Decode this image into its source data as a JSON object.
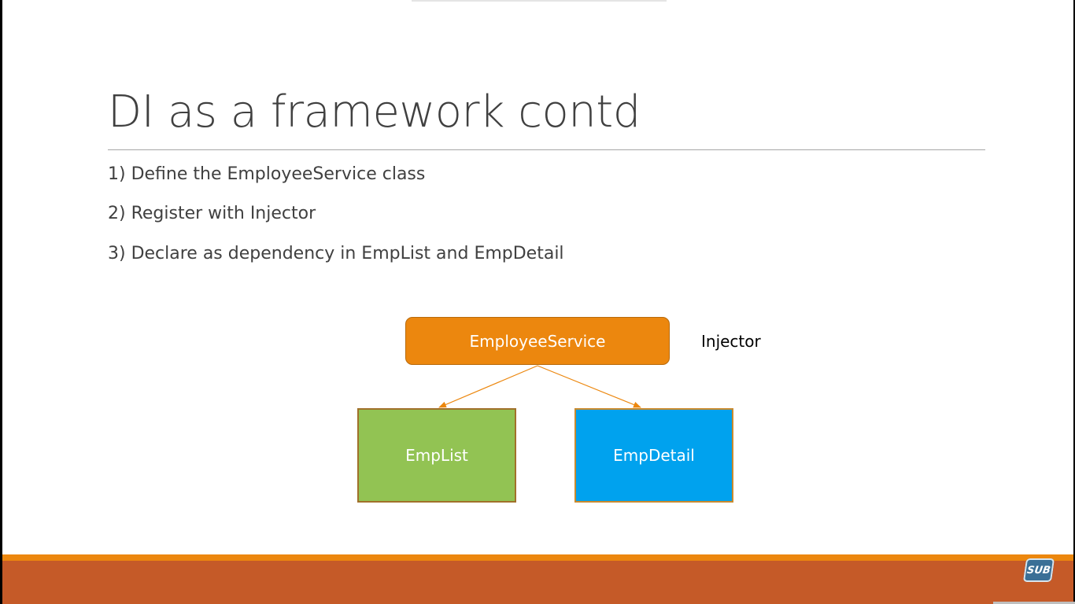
{
  "slide": {
    "title": "DI as a framework contd",
    "bullets": [
      "1) Define the EmployeeService class",
      "2) Register with Injector",
      "3) Declare as dependency in EmpList and EmpDetail"
    ]
  },
  "diagram": {
    "service_label": "EmployeeService",
    "injector_label": "Injector",
    "children": [
      {
        "label": "EmpList"
      },
      {
        "label": "EmpDetail"
      }
    ]
  },
  "badge": {
    "label": "SUB"
  },
  "colors": {
    "service": "#ec870e",
    "emplist": "#92c353",
    "empdetail": "#00a2ee",
    "footer": "#c55a28",
    "footer_accent": "#ec870e"
  }
}
